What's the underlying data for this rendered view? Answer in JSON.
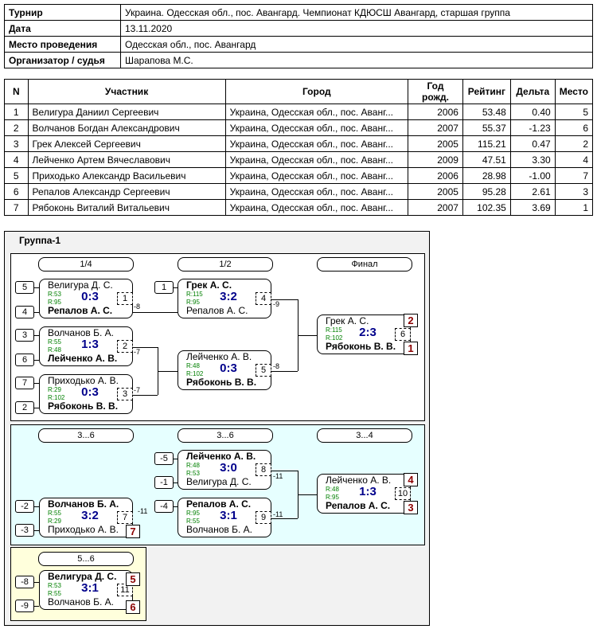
{
  "info": [
    {
      "label": "Турнир",
      "value": "Украина. Одесская обл., пос. Авангард. Чемпионат КДЮСШ Авангард, старшая группа"
    },
    {
      "label": "Дата",
      "value": "13.11.2020"
    },
    {
      "label": "Место проведения",
      "value": "Одесская обл., пос. Авангард"
    },
    {
      "label": "Организатор / судья",
      "value": "Шарапова М.С."
    }
  ],
  "players": {
    "headers": [
      "N",
      "Участник",
      "Город",
      "Год рожд.",
      "Рейтинг",
      "Дельта",
      "Место"
    ],
    "rows": [
      [
        "1",
        "Велигура Даниил Сергеевич",
        "Украина, Одесская обл., пос. Аванг...",
        "2006",
        "53.48",
        "0.40",
        "5"
      ],
      [
        "2",
        "Волчанов Богдан Александрович",
        "Украина, Одесская обл., пос. Аванг...",
        "2007",
        "55.37",
        "-1.23",
        "6"
      ],
      [
        "3",
        "Грек Алексей Сергеевич",
        "Украина, Одесская обл., пос. Аванг...",
        "2005",
        "115.21",
        "0.47",
        "2"
      ],
      [
        "4",
        "Лейченко Артем Вячеславович",
        "Украина, Одесская обл., пос. Аванг...",
        "2009",
        "47.51",
        "3.30",
        "4"
      ],
      [
        "5",
        "Приходько Александр Васильевич",
        "Украина, Одесская обл., пос. Аванг...",
        "2006",
        "28.98",
        "-1.00",
        "7"
      ],
      [
        "6",
        "Репалов Александр Сергеевич",
        "Украина, Одесская обл., пос. Аванг...",
        "2005",
        "95.28",
        "2.61",
        "3"
      ],
      [
        "7",
        "Рябоконь Виталий Витальевич",
        "Украина, Одесская обл., пос. Аванг...",
        "2007",
        "102.35",
        "3.69",
        "1"
      ]
    ]
  },
  "group": {
    "title": "Группа-1",
    "round_labels": [
      "1/4",
      "1/2",
      "Финал",
      "3...6",
      "3...6",
      "3...4",
      "5...6"
    ],
    "seeds": [
      "5",
      "4",
      "3",
      "6",
      "7",
      "2",
      "1",
      "-5",
      "-1",
      "-2",
      "-3",
      "-4",
      "-8",
      "-9"
    ],
    "loser_refs": [
      "-8",
      "-7",
      "-7",
      "-9",
      "-8",
      "-11",
      "-11",
      "-11"
    ],
    "places": [
      "2",
      "1",
      "4",
      "3",
      "7",
      "5",
      "6"
    ],
    "matches": [
      {
        "num": "1",
        "p1": "Велигура Д. С.",
        "r1": "R:53",
        "p2": "Репалов А. С.",
        "r2": "R:95",
        "score": "0:3",
        "winner": 2
      },
      {
        "num": "2",
        "p1": "Волчанов Б. А.",
        "r1": "R:55",
        "p2": "Лейченко А. В.",
        "r2": "R:48",
        "score": "1:3",
        "winner": 2
      },
      {
        "num": "3",
        "p1": "Приходько А. В.",
        "r1": "R:29",
        "p2": "Рябоконь В. В.",
        "r2": "R:102",
        "score": "0:3",
        "winner": 2
      },
      {
        "num": "4",
        "p1": "Грек А. С.",
        "r1": "R:115",
        "p2": "Репалов А. С.",
        "r2": "R:95",
        "score": "3:2",
        "winner": 1
      },
      {
        "num": "5",
        "p1": "Лейченко А. В.",
        "r1": "R:48",
        "p2": "Рябоконь В. В.",
        "r2": "R:102",
        "score": "0:3",
        "winner": 2
      },
      {
        "num": "6",
        "p1": "Грек А. С.",
        "r1": "R:115",
        "p2": "Рябоконь В. В.",
        "r2": "R:102",
        "score": "2:3",
        "winner": 2
      },
      {
        "num": "8",
        "p1": "Лейченко А. В.",
        "r1": "R:48",
        "p2": "Велигура Д. С.",
        "r2": "R:53",
        "score": "3:0",
        "winner": 1
      },
      {
        "num": "7",
        "p1": "Волчанов Б. А.",
        "r1": "R:55",
        "p2": "Приходько А. В.",
        "r2": "R:29",
        "score": "3:2",
        "winner": 1
      },
      {
        "num": "9",
        "p1": "Репалов А. С.",
        "r1": "R:95",
        "p2": "Волчанов Б. А.",
        "r2": "R:55",
        "score": "3:1",
        "winner": 1
      },
      {
        "num": "10",
        "p1": "Лейченко А. В.",
        "r1": "R:48",
        "p2": "Репалов А. С.",
        "r2": "R:95",
        "score": "1:3",
        "winner": 2
      },
      {
        "num": "11",
        "p1": "Велигура Д. С.",
        "r1": "R:53",
        "p2": "Волчанов Б. А.",
        "r2": "R:55",
        "score": "3:1",
        "winner": 1
      }
    ]
  },
  "colors": {
    "score": "#00008b",
    "rating": "#008000",
    "place": "#8b0000",
    "panel_semis": "#e6ffff",
    "panel_fifth": "#ffffdc",
    "group_bg": "#f2f2f2"
  }
}
